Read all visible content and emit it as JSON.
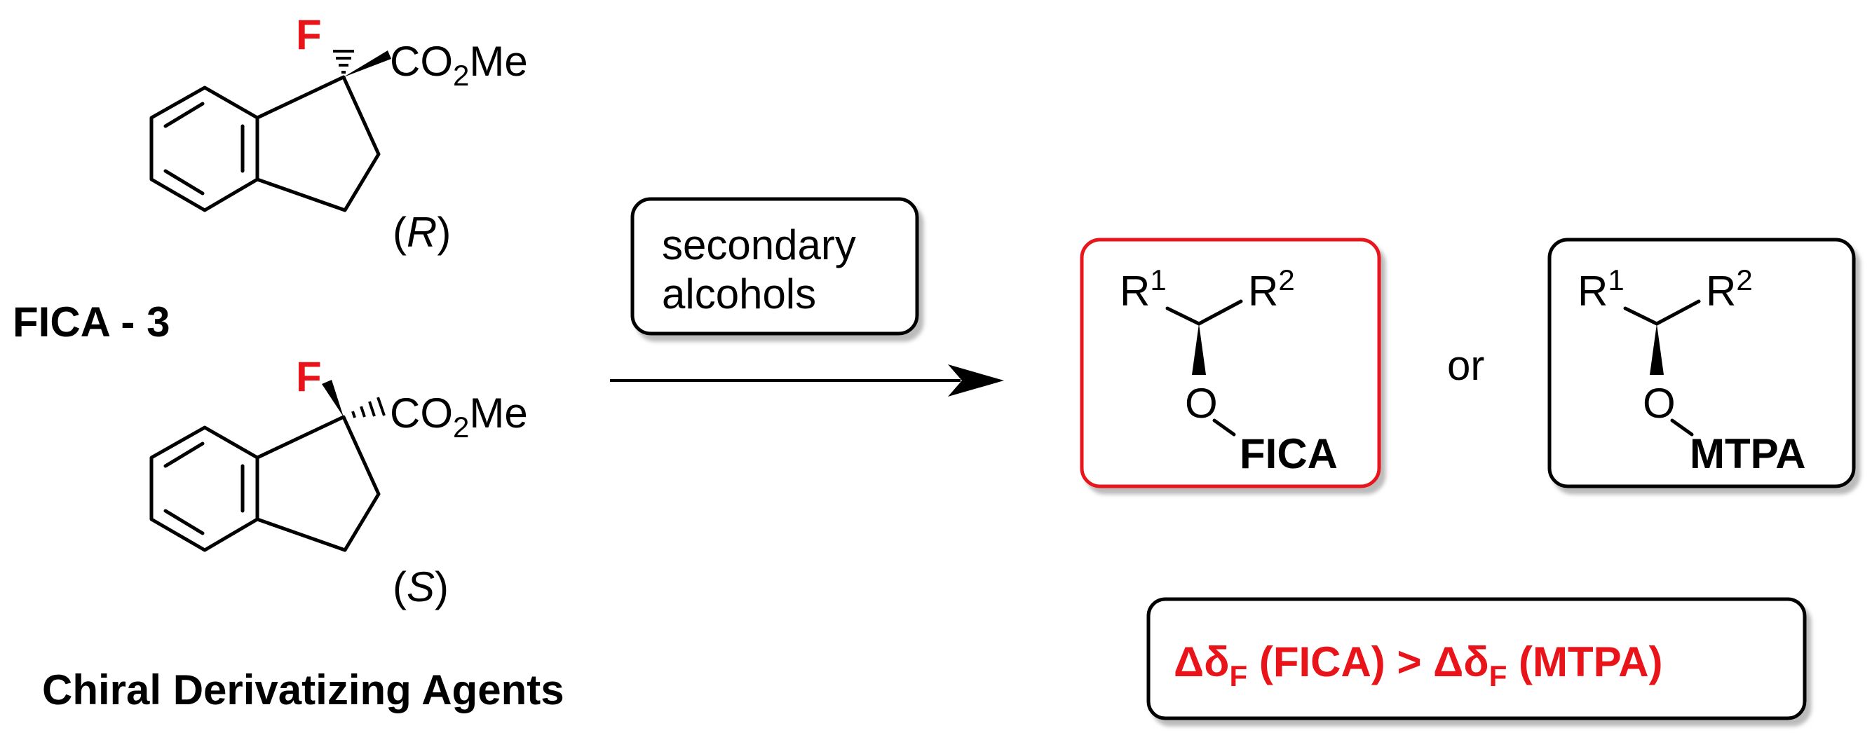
{
  "labels": {
    "agent_name": "FICA - 3",
    "agents_caption": "Chiral Derivatizing Agents",
    "reagent_line1": "secondary",
    "reagent_line2": "alcohols",
    "or_text": "or",
    "comparison": {
      "delta": "Δδ",
      "sub": "F",
      "left_paren": " (FICA) > ",
      "right_paren": " (MTPA)"
    }
  },
  "molecules": {
    "R_isomer": {
      "fluorine": "F",
      "ester_left": "CO",
      "ester_sub": "2",
      "ester_right": "Me",
      "config_open": "(",
      "config": "R",
      "config_close": ")"
    },
    "S_isomer": {
      "fluorine": "F",
      "ester_left": "CO",
      "ester_sub": "2",
      "ester_right": "Me",
      "config_open": "(",
      "config": "S",
      "config_close": ")"
    }
  },
  "products": {
    "fica_ester": {
      "r1": "R",
      "r1_sup": "1",
      "r2": "R",
      "r2_sup": "2",
      "oxygen": "O",
      "group": "FICA"
    },
    "mtpa_ester": {
      "r1": "R",
      "r1_sup": "1",
      "r2": "R",
      "r2_sup": "2",
      "oxygen": "O",
      "group": "MTPA"
    }
  },
  "colors": {
    "accent": "#e8141a",
    "ink": "#000000",
    "shadow": "#b3b3b3"
  }
}
